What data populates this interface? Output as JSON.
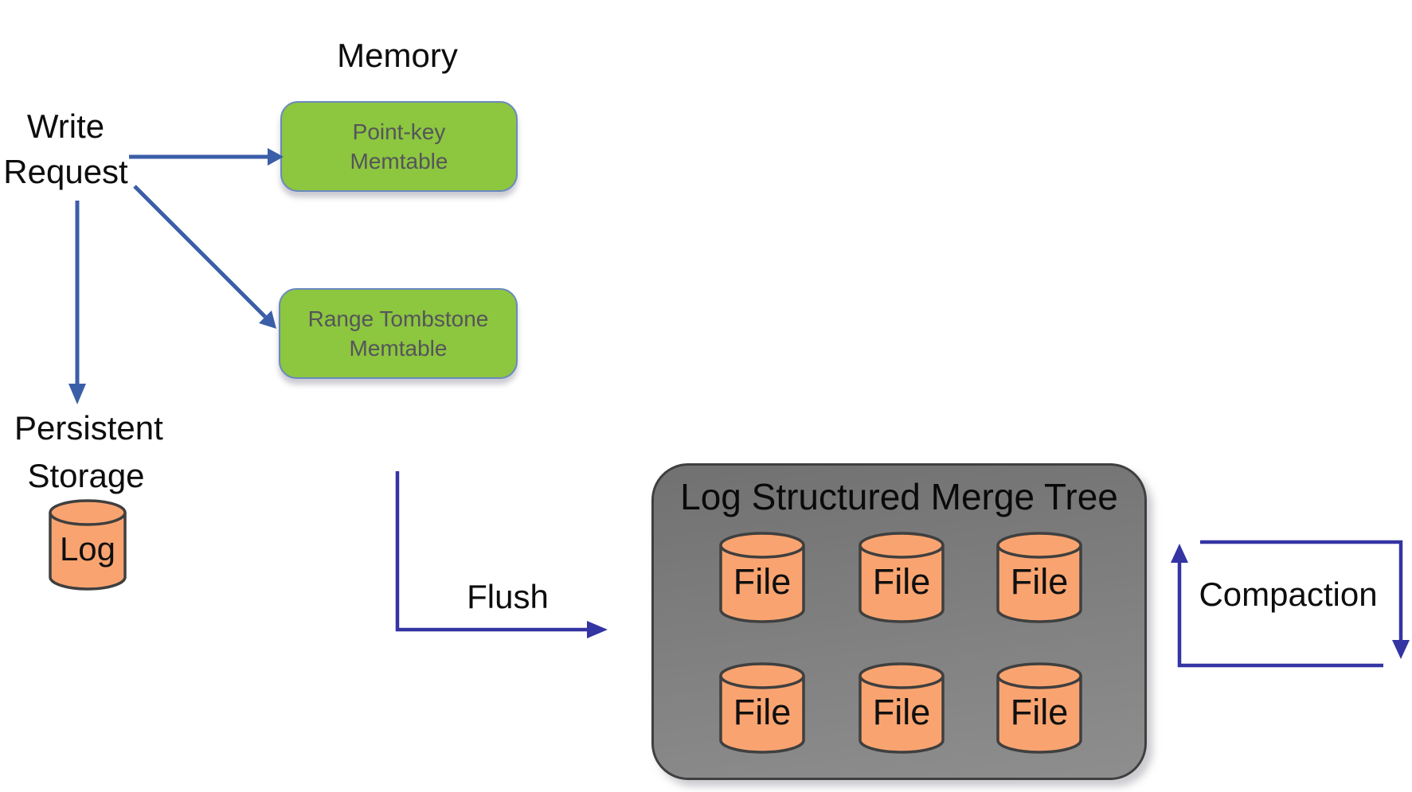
{
  "labels": {
    "memory": "Memory",
    "write_request": [
      "Write",
      "Request"
    ],
    "persistent_storage": [
      "Persistent",
      "Storage"
    ],
    "flush": "Flush",
    "compaction": "Compaction",
    "lsm_title": "Log Structured Merge Tree",
    "log": "Log"
  },
  "memtables": [
    {
      "lines": [
        "Point-key",
        "Memtable"
      ]
    },
    {
      "lines": [
        "Range Tombstone",
        "Memtable"
      ]
    }
  ],
  "files": [
    "File",
    "File",
    "File",
    "File",
    "File",
    "File"
  ],
  "colors": {
    "green": "#8DC63F",
    "green_border": "#6A89C0",
    "memtable_text": "#54555B",
    "orange": "#F9A470",
    "outline": "#3F3F3F",
    "gray_top": "#717171",
    "gray_bottom": "#8E8E8E",
    "arrow_blue": "#3B5EA8",
    "arrow_navy": "#3434A3"
  }
}
